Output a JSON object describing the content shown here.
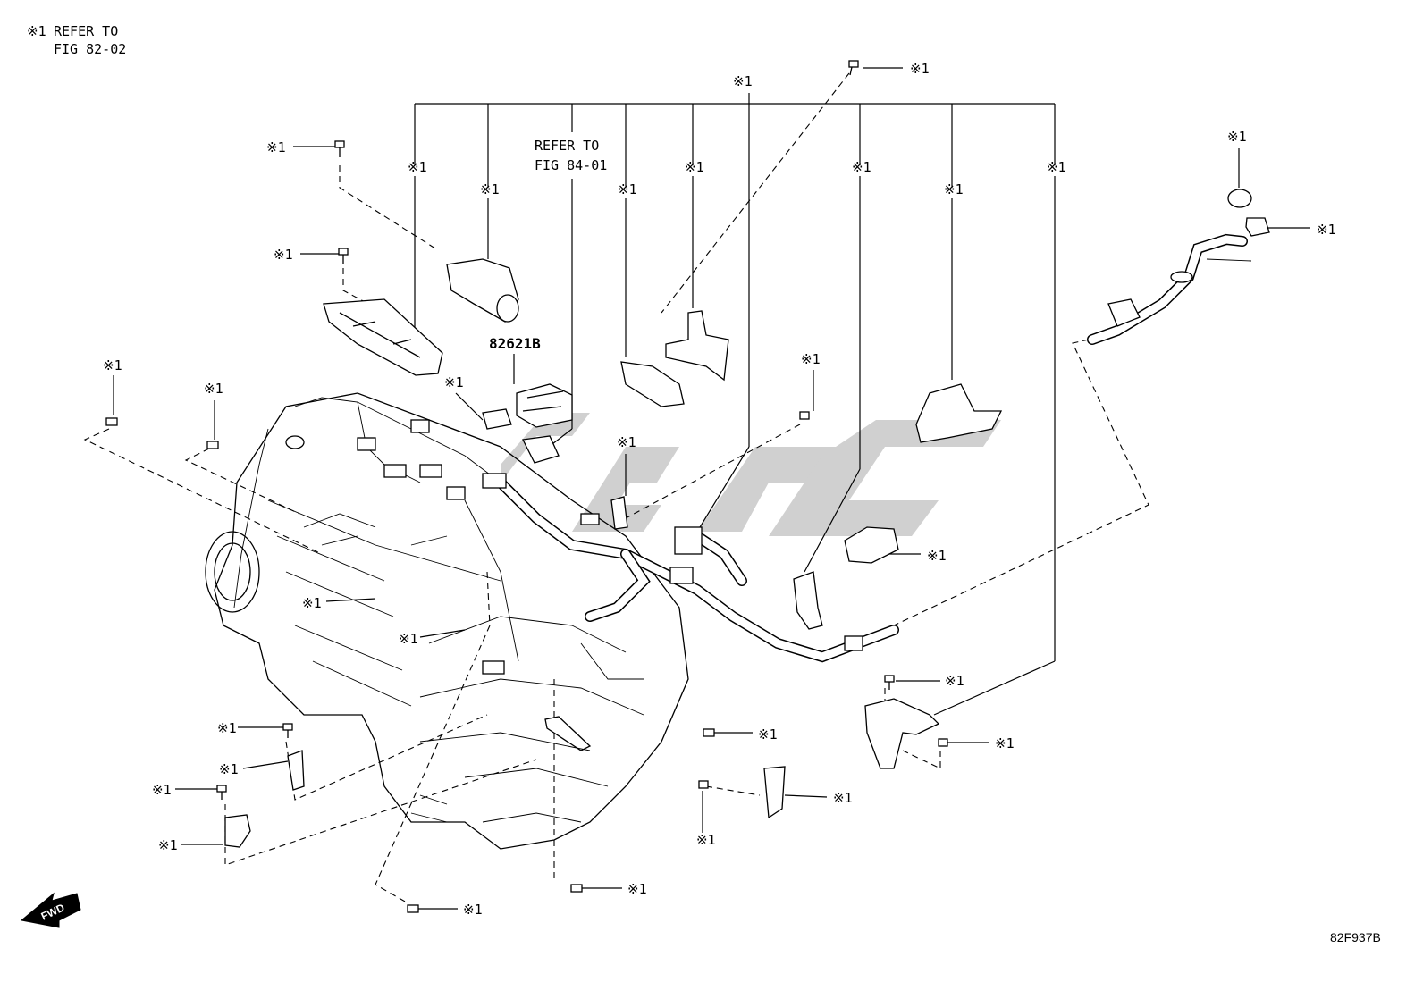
{
  "notes": {
    "ref_top_left_mark": "※1",
    "ref_top_left_l1": "REFER TO",
    "ref_top_left_l2": "FIG 82-02",
    "ref_center_l1": "REFER TO",
    "ref_center_l2": "FIG 84-01"
  },
  "part_number": "82621B",
  "figure_code": "82F937B",
  "fwd_label": "FWD",
  "callout_mark": "※1",
  "watermark": "ALDC"
}
